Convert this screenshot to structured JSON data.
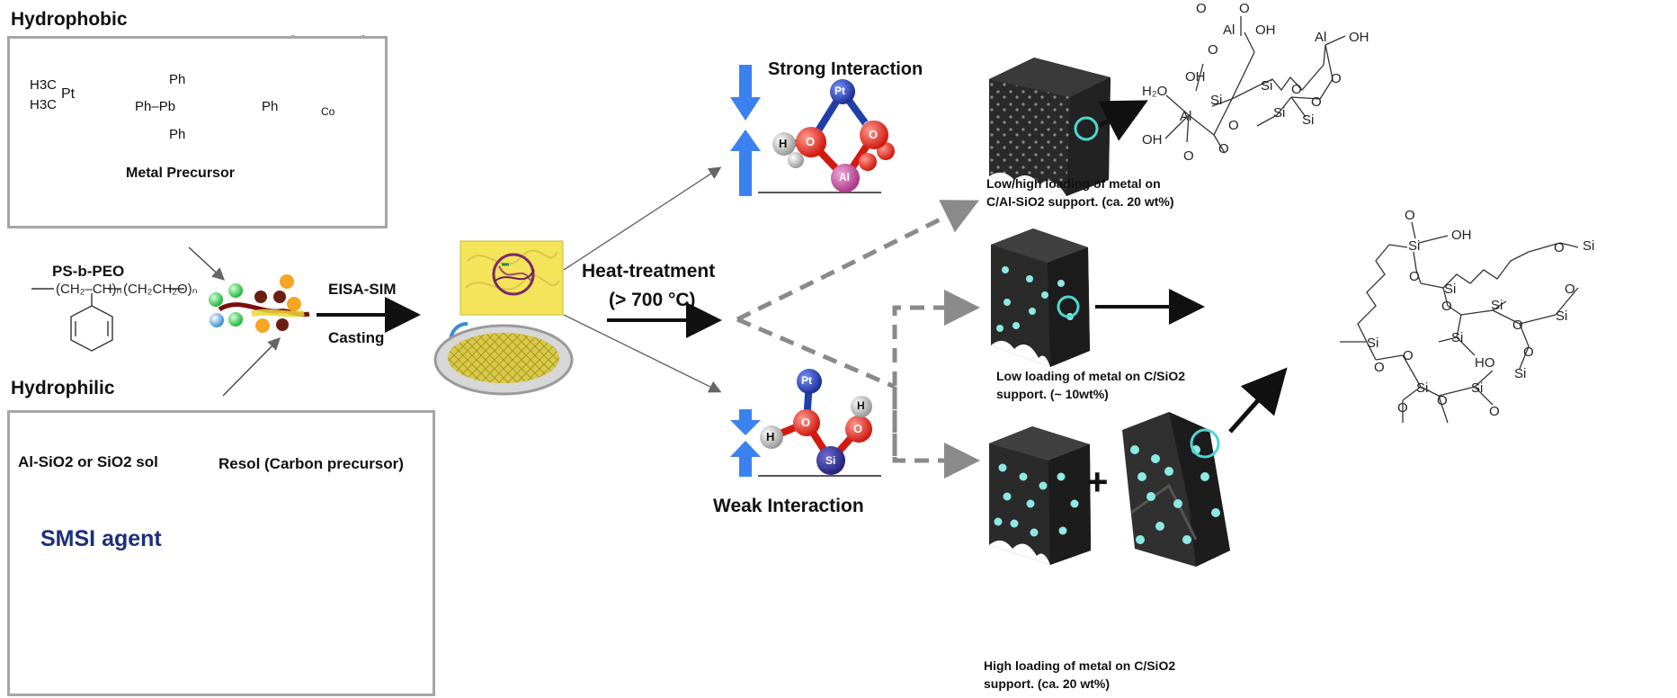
{
  "left": {
    "hydrophobic_title": "Hydrophobic",
    "metal_precursor": "Metal Precursor",
    "ps_peo": "PS-b-PEO",
    "hydrophilic_title": "Hydrophilic",
    "sol_label": "Al-SiO2 or SiO2 sol",
    "resol_label": "Resol (Carbon precursor)",
    "smsi_label": "SMSI agent"
  },
  "chem_text": {
    "h3c_top": "H3C",
    "h3c_bottom": "H3C",
    "pt": "Pt",
    "ph": "Ph",
    "ph_pb": "Ph–Pb",
    "co": "Co",
    "n": "N"
  },
  "middle": {
    "eisa": "EISA-SIM",
    "casting": "Casting",
    "heat": "Heat-treatment",
    "temp": "(> 700 °C)"
  },
  "interactions": {
    "strong": "Strong Interaction",
    "weak": "Weak Interaction",
    "strong_atoms": {
      "pt": "Pt",
      "o1": "O",
      "o2": "O",
      "h": "H",
      "al": "Al"
    },
    "weak_atoms": {
      "pt": "Pt",
      "o1": "O",
      "o2": "O",
      "h1": "H",
      "h2": "H",
      "si": "Si"
    }
  },
  "right": {
    "cap1_line1": "Low/high loading of metal on",
    "cap1_line2": "C/Al-SiO2 support. (ca. 20 wt%)",
    "cap2_line1": "Low loading of metal on C/SiO2",
    "cap2_line2": "support. (~ 10wt%)",
    "cap3_line1": "High loading of metal on C/SiO2",
    "cap3_line2": "support. (ca. 20 wt%)",
    "plus": "+"
  },
  "colors": {
    "box_border": "#a6a6a6",
    "blue_arrow": "#3b82f0",
    "orange_sol": "#f5a623",
    "resol_dark": "#6b1f13",
    "smsi": "#1c2f7a",
    "cyan_ring": "#4fd6d0",
    "oxygen": "#e8231a",
    "platinum": "#1f3fa8",
    "aluminum": "#c64b9c"
  }
}
